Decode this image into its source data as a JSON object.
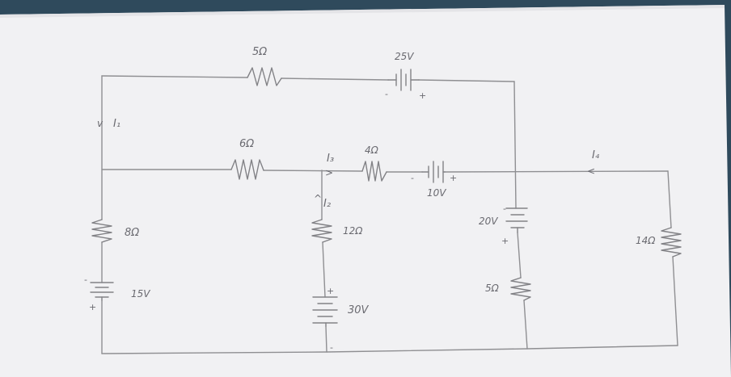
{
  "colors": {
    "background": "#2f4a5c",
    "paper": "#f1f1f3",
    "pencil": "#8f8f92"
  },
  "labels": {
    "r_top": "5Ω",
    "v_top": "25V",
    "r_mid_left": "6Ω",
    "r_mid": "4Ω",
    "v_mid": "10V",
    "r_left": "8Ω",
    "v_left": "15V",
    "r_center": "12Ω",
    "v_center": "30V",
    "v_right": "20V",
    "r_right_low": "5Ω",
    "r_far_right": "14Ω",
    "i1": "I₁",
    "i2": "I₂",
    "i3": "I₃",
    "i4": "I₄"
  },
  "signs": {
    "plus": "+",
    "minus": "-"
  },
  "arrows": {
    "down": "v",
    "up": "^",
    "right": ">",
    "left": "<"
  }
}
